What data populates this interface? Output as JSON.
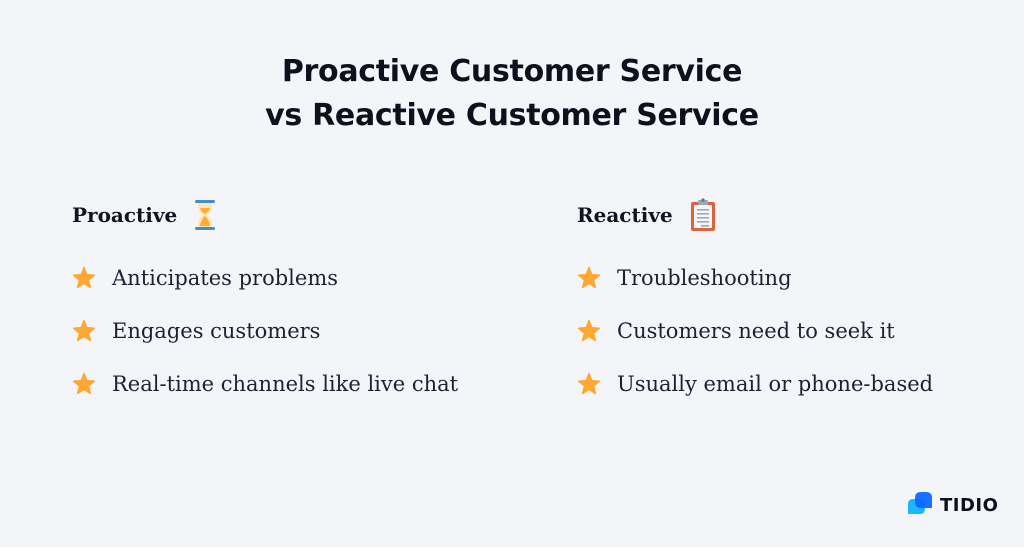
{
  "title": {
    "line1": "Proactive Customer Service",
    "line2": "vs Reactive Customer Service"
  },
  "columns": [
    {
      "heading": "Proactive",
      "icon": "hourglass-icon",
      "items": [
        {
          "icon": "star-icon",
          "text": "Anticipates problems"
        },
        {
          "icon": "star-icon",
          "text": "Engages customers"
        },
        {
          "icon": "star-icon",
          "text": "Real-time channels like live chat"
        }
      ]
    },
    {
      "heading": "Reactive",
      "icon": "clipboard-icon",
      "items": [
        {
          "icon": "star-icon",
          "text": "Troubleshooting"
        },
        {
          "icon": "star-icon",
          "text": "Customers need to seek it"
        },
        {
          "icon": "star-icon",
          "text": "Usually email or phone-based"
        }
      ]
    }
  ],
  "logo": {
    "brand": "TIDIO",
    "icon": "tidio-logo-icon"
  },
  "colors": {
    "background": "#f4f5f8",
    "text": "#0c111d",
    "star": "#ffa733",
    "logo_blue_dark": "#0566ff",
    "logo_blue_light": "#1cb6ff"
  }
}
